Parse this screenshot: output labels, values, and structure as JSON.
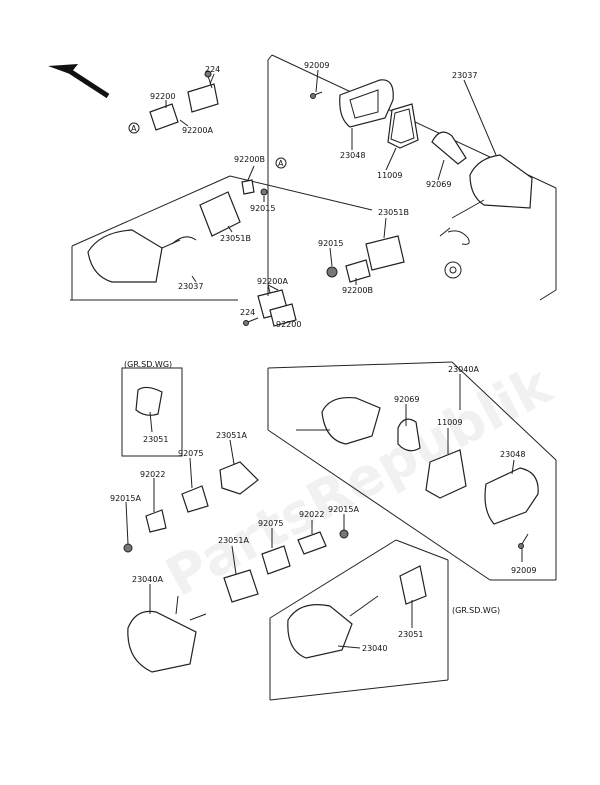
{
  "diagram": {
    "callouts": {
      "c224_top": "224",
      "c92200": "92200",
      "c92200A_top": "92200A",
      "a_mark_top": "A",
      "c92200B_left": "92200B",
      "a_mark_right": "A",
      "c92015_left": "92015",
      "c23051B_left": "23051B",
      "c23037_left": "23037",
      "c92009_top": "92009",
      "c23048_top": "23048",
      "c11009_top": "11009",
      "c92069_top": "92069",
      "c23037_right": "23037",
      "c23051B_right": "23051B",
      "c92015_mid": "92015",
      "c92200B_mid": "92200B",
      "c92200A_mid": "92200A",
      "c224_mid": "224",
      "c92200_mid": "92200",
      "gr_sd_wg_left": "(GR.SD.WG)",
      "c23051_left": "23051",
      "c23040A_top": "23040A",
      "c92069_bottom": "92069",
      "c11009_bottom": "11009",
      "c23048_bottom": "23048",
      "c92009_bottom": "92009",
      "c23051A_top": "23051A",
      "c92075_top": "92075",
      "c92022_left": "92022",
      "c92015A_left": "92015A",
      "c92075_mid": "92075",
      "c92022_mid": "92022",
      "c92015A_mid": "92015A",
      "c23051A_bottom": "23051A",
      "c23040A_bottom": "23040A",
      "c23040": "23040",
      "gr_sd_wg_right": "(GR.SD.WG)",
      "c23051_right": "23051"
    },
    "watermark": "PartsRepublik"
  }
}
